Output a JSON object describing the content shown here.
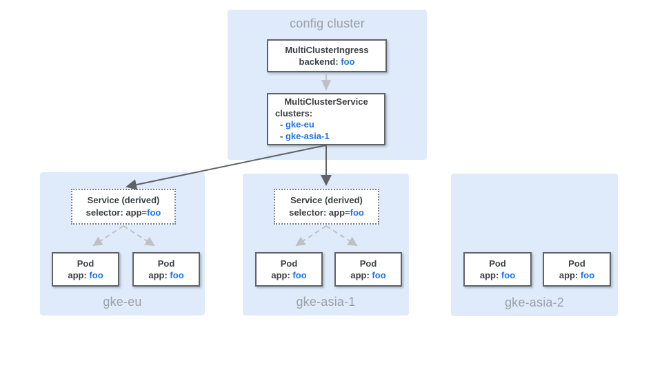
{
  "colors": {
    "panel_bg": "#DFEBFA",
    "box_border": "#5F6368",
    "dot_border": "#80868B",
    "text_dark": "#3C4043",
    "text_blue": "#1A73E8",
    "label_gray": "#9AA0A6",
    "arrow_dark": "#5F6368",
    "arrow_light": "#BDC1C6"
  },
  "config_cluster": {
    "label": "config cluster",
    "ingress": {
      "title": "MultiClusterIngress",
      "backend_label": "backend: ",
      "backend_value": "foo"
    },
    "service": {
      "title": "MultiClusterService",
      "clusters_label": "clusters:",
      "items": [
        {
          "dash": "- ",
          "name": "gke-eu"
        },
        {
          "dash": "- ",
          "name": "gke-asia-1"
        }
      ]
    }
  },
  "clusters": [
    {
      "label": "gke-eu",
      "service": {
        "title": "Service (derived)",
        "selector_label": "selector: app=",
        "selector_value": "foo"
      },
      "pods": [
        {
          "title": "Pod",
          "app_label": "app: ",
          "app_value": "foo"
        },
        {
          "title": "Pod",
          "app_label": "app: ",
          "app_value": "foo"
        }
      ]
    },
    {
      "label": "gke-asia-1",
      "service": {
        "title": "Service (derived)",
        "selector_label": "selector: app=",
        "selector_value": "foo"
      },
      "pods": [
        {
          "title": "Pod",
          "app_label": "app: ",
          "app_value": "foo"
        },
        {
          "title": "Pod",
          "app_label": "app: ",
          "app_value": "foo"
        }
      ]
    },
    {
      "label": "gke-asia-2",
      "pods": [
        {
          "title": "Pod",
          "app_label": "app: ",
          "app_value": "foo"
        },
        {
          "title": "Pod",
          "app_label": "app: ",
          "app_value": "foo"
        }
      ]
    }
  ]
}
